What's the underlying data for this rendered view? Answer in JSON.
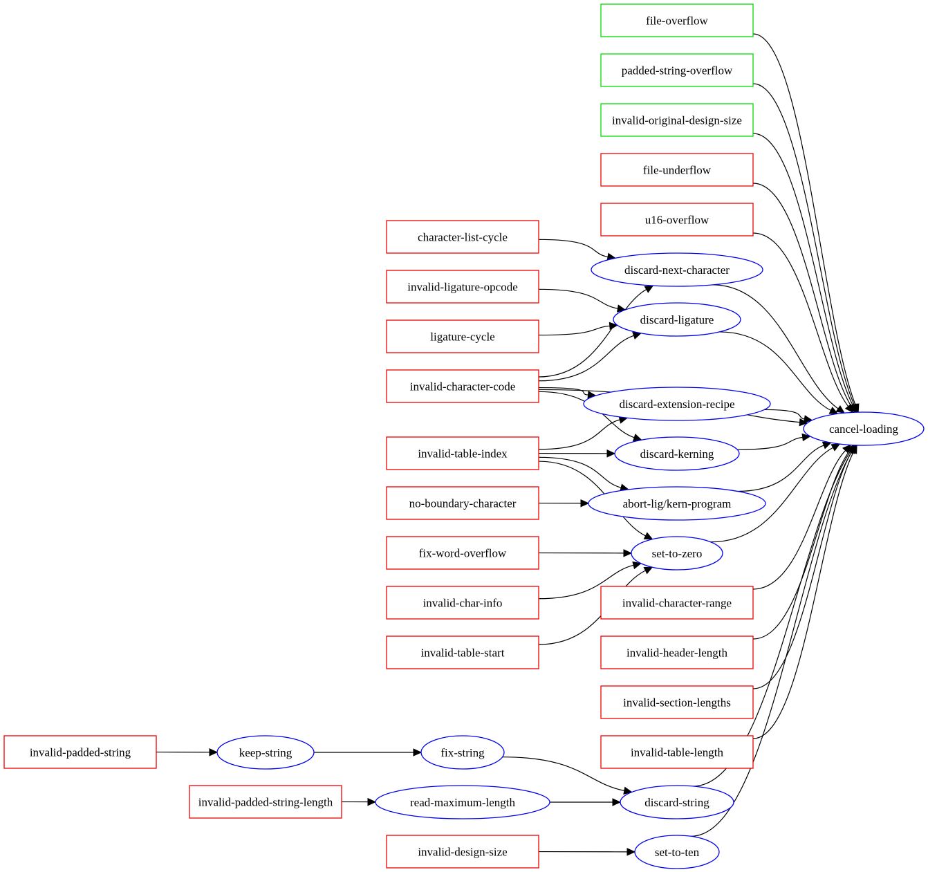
{
  "colors": {
    "error_green": "#00dd00",
    "error_red": "#ee0000",
    "action_blue": "#0000ee",
    "edge": "#000000"
  },
  "nodes": {
    "file_overflow": {
      "label": "file-overflow",
      "shape": "box",
      "color": "error_green"
    },
    "padded_string_overflow": {
      "label": "padded-string-overflow",
      "shape": "box",
      "color": "error_green"
    },
    "invalid_original_design_size": {
      "label": "invalid-original-design-size",
      "shape": "box",
      "color": "error_green"
    },
    "file_underflow": {
      "label": "file-underflow",
      "shape": "box",
      "color": "error_red"
    },
    "u16_overflow": {
      "label": "u16-overflow",
      "shape": "box",
      "color": "error_red"
    },
    "character_list_cycle": {
      "label": "character-list-cycle",
      "shape": "box",
      "color": "error_red"
    },
    "invalid_ligature_opcode": {
      "label": "invalid-ligature-opcode",
      "shape": "box",
      "color": "error_red"
    },
    "ligature_cycle": {
      "label": "ligature-cycle",
      "shape": "box",
      "color": "error_red"
    },
    "invalid_character_code": {
      "label": "invalid-character-code",
      "shape": "box",
      "color": "error_red"
    },
    "invalid_table_index": {
      "label": "invalid-table-index",
      "shape": "box",
      "color": "error_red"
    },
    "no_boundary_character": {
      "label": "no-boundary-character",
      "shape": "box",
      "color": "error_red"
    },
    "fix_word_overflow": {
      "label": "fix-word-overflow",
      "shape": "box",
      "color": "error_red"
    },
    "invalid_char_info": {
      "label": "invalid-char-info",
      "shape": "box",
      "color": "error_red"
    },
    "invalid_table_start": {
      "label": "invalid-table-start",
      "shape": "box",
      "color": "error_red"
    },
    "invalid_character_range": {
      "label": "invalid-character-range",
      "shape": "box",
      "color": "error_red"
    },
    "invalid_header_length": {
      "label": "invalid-header-length",
      "shape": "box",
      "color": "error_red"
    },
    "invalid_section_lengths": {
      "label": "invalid-section-lengths",
      "shape": "box",
      "color": "error_red"
    },
    "invalid_table_length": {
      "label": "invalid-table-length",
      "shape": "box",
      "color": "error_red"
    },
    "invalid_padded_string": {
      "label": "invalid-padded-string",
      "shape": "box",
      "color": "error_red"
    },
    "invalid_padded_string_length": {
      "label": "invalid-padded-string-length",
      "shape": "box",
      "color": "error_red"
    },
    "invalid_design_size": {
      "label": "invalid-design-size",
      "shape": "box",
      "color": "error_red"
    },
    "discard_next_character": {
      "label": "discard-next-character",
      "shape": "ellipse",
      "color": "action_blue"
    },
    "discard_ligature": {
      "label": "discard-ligature",
      "shape": "ellipse",
      "color": "action_blue"
    },
    "discard_extension_recipe": {
      "label": "discard-extension-recipe",
      "shape": "ellipse",
      "color": "action_blue"
    },
    "discard_kerning": {
      "label": "discard-kerning",
      "shape": "ellipse",
      "color": "action_blue"
    },
    "abort_lig_kern_program": {
      "label": "abort-lig/kern-program",
      "shape": "ellipse",
      "color": "action_blue"
    },
    "set_to_zero": {
      "label": "set-to-zero",
      "shape": "ellipse",
      "color": "action_blue"
    },
    "keep_string": {
      "label": "keep-string",
      "shape": "ellipse",
      "color": "action_blue"
    },
    "fix_string": {
      "label": "fix-string",
      "shape": "ellipse",
      "color": "action_blue"
    },
    "read_maximum_length": {
      "label": "read-maximum-length",
      "shape": "ellipse",
      "color": "action_blue"
    },
    "discard_string": {
      "label": "discard-string",
      "shape": "ellipse",
      "color": "action_blue"
    },
    "set_to_ten": {
      "label": "set-to-ten",
      "shape": "ellipse",
      "color": "action_blue"
    },
    "cancel_loading": {
      "label": "cancel-loading",
      "shape": "ellipse",
      "color": "action_blue"
    }
  },
  "edges": [
    [
      "file_overflow",
      "cancel_loading"
    ],
    [
      "padded_string_overflow",
      "cancel_loading"
    ],
    [
      "invalid_original_design_size",
      "cancel_loading"
    ],
    [
      "file_underflow",
      "cancel_loading"
    ],
    [
      "u16_overflow",
      "cancel_loading"
    ],
    [
      "character_list_cycle",
      "discard_next_character"
    ],
    [
      "invalid_character_code",
      "discard_next_character"
    ],
    [
      "invalid_ligature_opcode",
      "discard_ligature"
    ],
    [
      "ligature_cycle",
      "discard_ligature"
    ],
    [
      "invalid_character_code",
      "discard_ligature"
    ],
    [
      "invalid_character_code",
      "cancel_loading"
    ],
    [
      "invalid_character_code",
      "discard_extension_recipe"
    ],
    [
      "invalid_character_code",
      "discard_kerning"
    ],
    [
      "invalid_table_index",
      "discard_extension_recipe"
    ],
    [
      "invalid_table_index",
      "discard_kerning"
    ],
    [
      "invalid_table_index",
      "abort_lig_kern_program"
    ],
    [
      "invalid_table_index",
      "set_to_zero"
    ],
    [
      "no_boundary_character",
      "abort_lig_kern_program"
    ],
    [
      "fix_word_overflow",
      "set_to_zero"
    ],
    [
      "invalid_char_info",
      "set_to_zero"
    ],
    [
      "invalid_table_start",
      "set_to_zero"
    ],
    [
      "discard_next_character",
      "cancel_loading"
    ],
    [
      "discard_ligature",
      "cancel_loading"
    ],
    [
      "discard_extension_recipe",
      "cancel_loading"
    ],
    [
      "discard_kerning",
      "cancel_loading"
    ],
    [
      "abort_lig_kern_program",
      "cancel_loading"
    ],
    [
      "set_to_zero",
      "cancel_loading"
    ],
    [
      "invalid_character_range",
      "cancel_loading"
    ],
    [
      "invalid_header_length",
      "cancel_loading"
    ],
    [
      "invalid_section_lengths",
      "cancel_loading"
    ],
    [
      "invalid_table_length",
      "cancel_loading"
    ],
    [
      "invalid_padded_string",
      "keep_string"
    ],
    [
      "keep_string",
      "fix_string"
    ],
    [
      "fix_string",
      "discard_string"
    ],
    [
      "invalid_padded_string_length",
      "read_maximum_length"
    ],
    [
      "read_maximum_length",
      "discard_string"
    ],
    [
      "discard_string",
      "cancel_loading"
    ],
    [
      "invalid_design_size",
      "set_to_ten"
    ],
    [
      "set_to_ten",
      "cancel_loading"
    ]
  ]
}
